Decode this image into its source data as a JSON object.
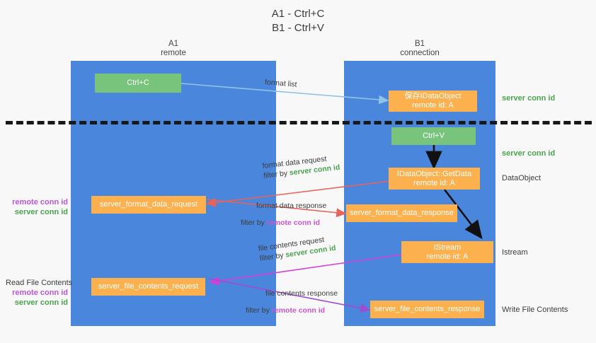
{
  "title": {
    "line1": "A1 - Ctrl+C",
    "line2": "B1 - Ctrl+V"
  },
  "lanes": [
    {
      "id": "a1",
      "name": "A1",
      "sub": "remote",
      "color": "#4a86dc"
    },
    {
      "id": "b1",
      "name": "B1",
      "sub": "connection",
      "color": "#4a86dc"
    }
  ],
  "colors": {
    "lane": "#4a86dc",
    "green_box": "#79c47c",
    "orange_box": "#fcb14e",
    "server_conn_text": "#4aa44e",
    "remote_conn_text": "#bb55dd",
    "arrow_blue": "#8fc4e8",
    "arrow_red": "#e8635a",
    "arrow_magenta": "#d53fd5",
    "arrow_purple": "#a24ad2",
    "arrow_black": "#000000",
    "background": "#f8f8f8",
    "dashed_line": "#181818"
  },
  "nodes": {
    "ctrl_c": {
      "label": "Ctrl+C"
    },
    "ctrl_v": {
      "label": "Ctrl+V"
    },
    "save_dataobject": {
      "line1": "保存IDataObject",
      "line2": "remote id: A"
    },
    "getdata": {
      "line1": "IDataObject::GetData",
      "line2": "remote id: A"
    },
    "istream": {
      "line1": "IStream",
      "line2": "remote id: A"
    },
    "server_format_data_request": {
      "label": "server_format_data_request"
    },
    "server_format_data_response": {
      "label": "server_format_data_response"
    },
    "server_file_contents_request": {
      "label": "server_file_contents_request"
    },
    "server_file_contents_response": {
      "label": "server_file_contents_response"
    }
  },
  "right_annotations": [
    {
      "text": "server conn id",
      "style": "green"
    },
    {
      "text": "server conn id",
      "style": "green"
    },
    {
      "text": "DataObject",
      "style": "dark"
    },
    {
      "text": "Istream",
      "style": "dark"
    },
    {
      "text": "Write File Contents",
      "style": "dark"
    }
  ],
  "left_annotations": {
    "group1": [
      {
        "text": "remote conn id",
        "style": "purple"
      },
      {
        "text": "server conn id",
        "style": "green"
      }
    ],
    "group2_heading": "Read File Contents",
    "group2": [
      {
        "text": "remote conn id",
        "style": "purple"
      },
      {
        "text": "server conn id",
        "style": "green"
      }
    ]
  },
  "flows": [
    {
      "id": "format_list",
      "label": "format list",
      "filter_prefix": "",
      "filter_value": "",
      "filter_color": ""
    },
    {
      "id": "format_data_request",
      "label": "format data request",
      "filter_prefix": "filter by ",
      "filter_value": "server conn id",
      "filter_color": "green"
    },
    {
      "id": "format_data_response",
      "label": "format data response",
      "filter_prefix": "filter by ",
      "filter_value": "remote conn id",
      "filter_color": "purple"
    },
    {
      "id": "file_contents_request",
      "label": "file contents request",
      "filter_prefix": "filter by ",
      "filter_value": "server conn id",
      "filter_color": "green"
    },
    {
      "id": "file_contents_response",
      "label": "file contents response",
      "filter_prefix": "filter by ",
      "filter_value": "remote conn id",
      "filter_color": "purple"
    }
  ]
}
